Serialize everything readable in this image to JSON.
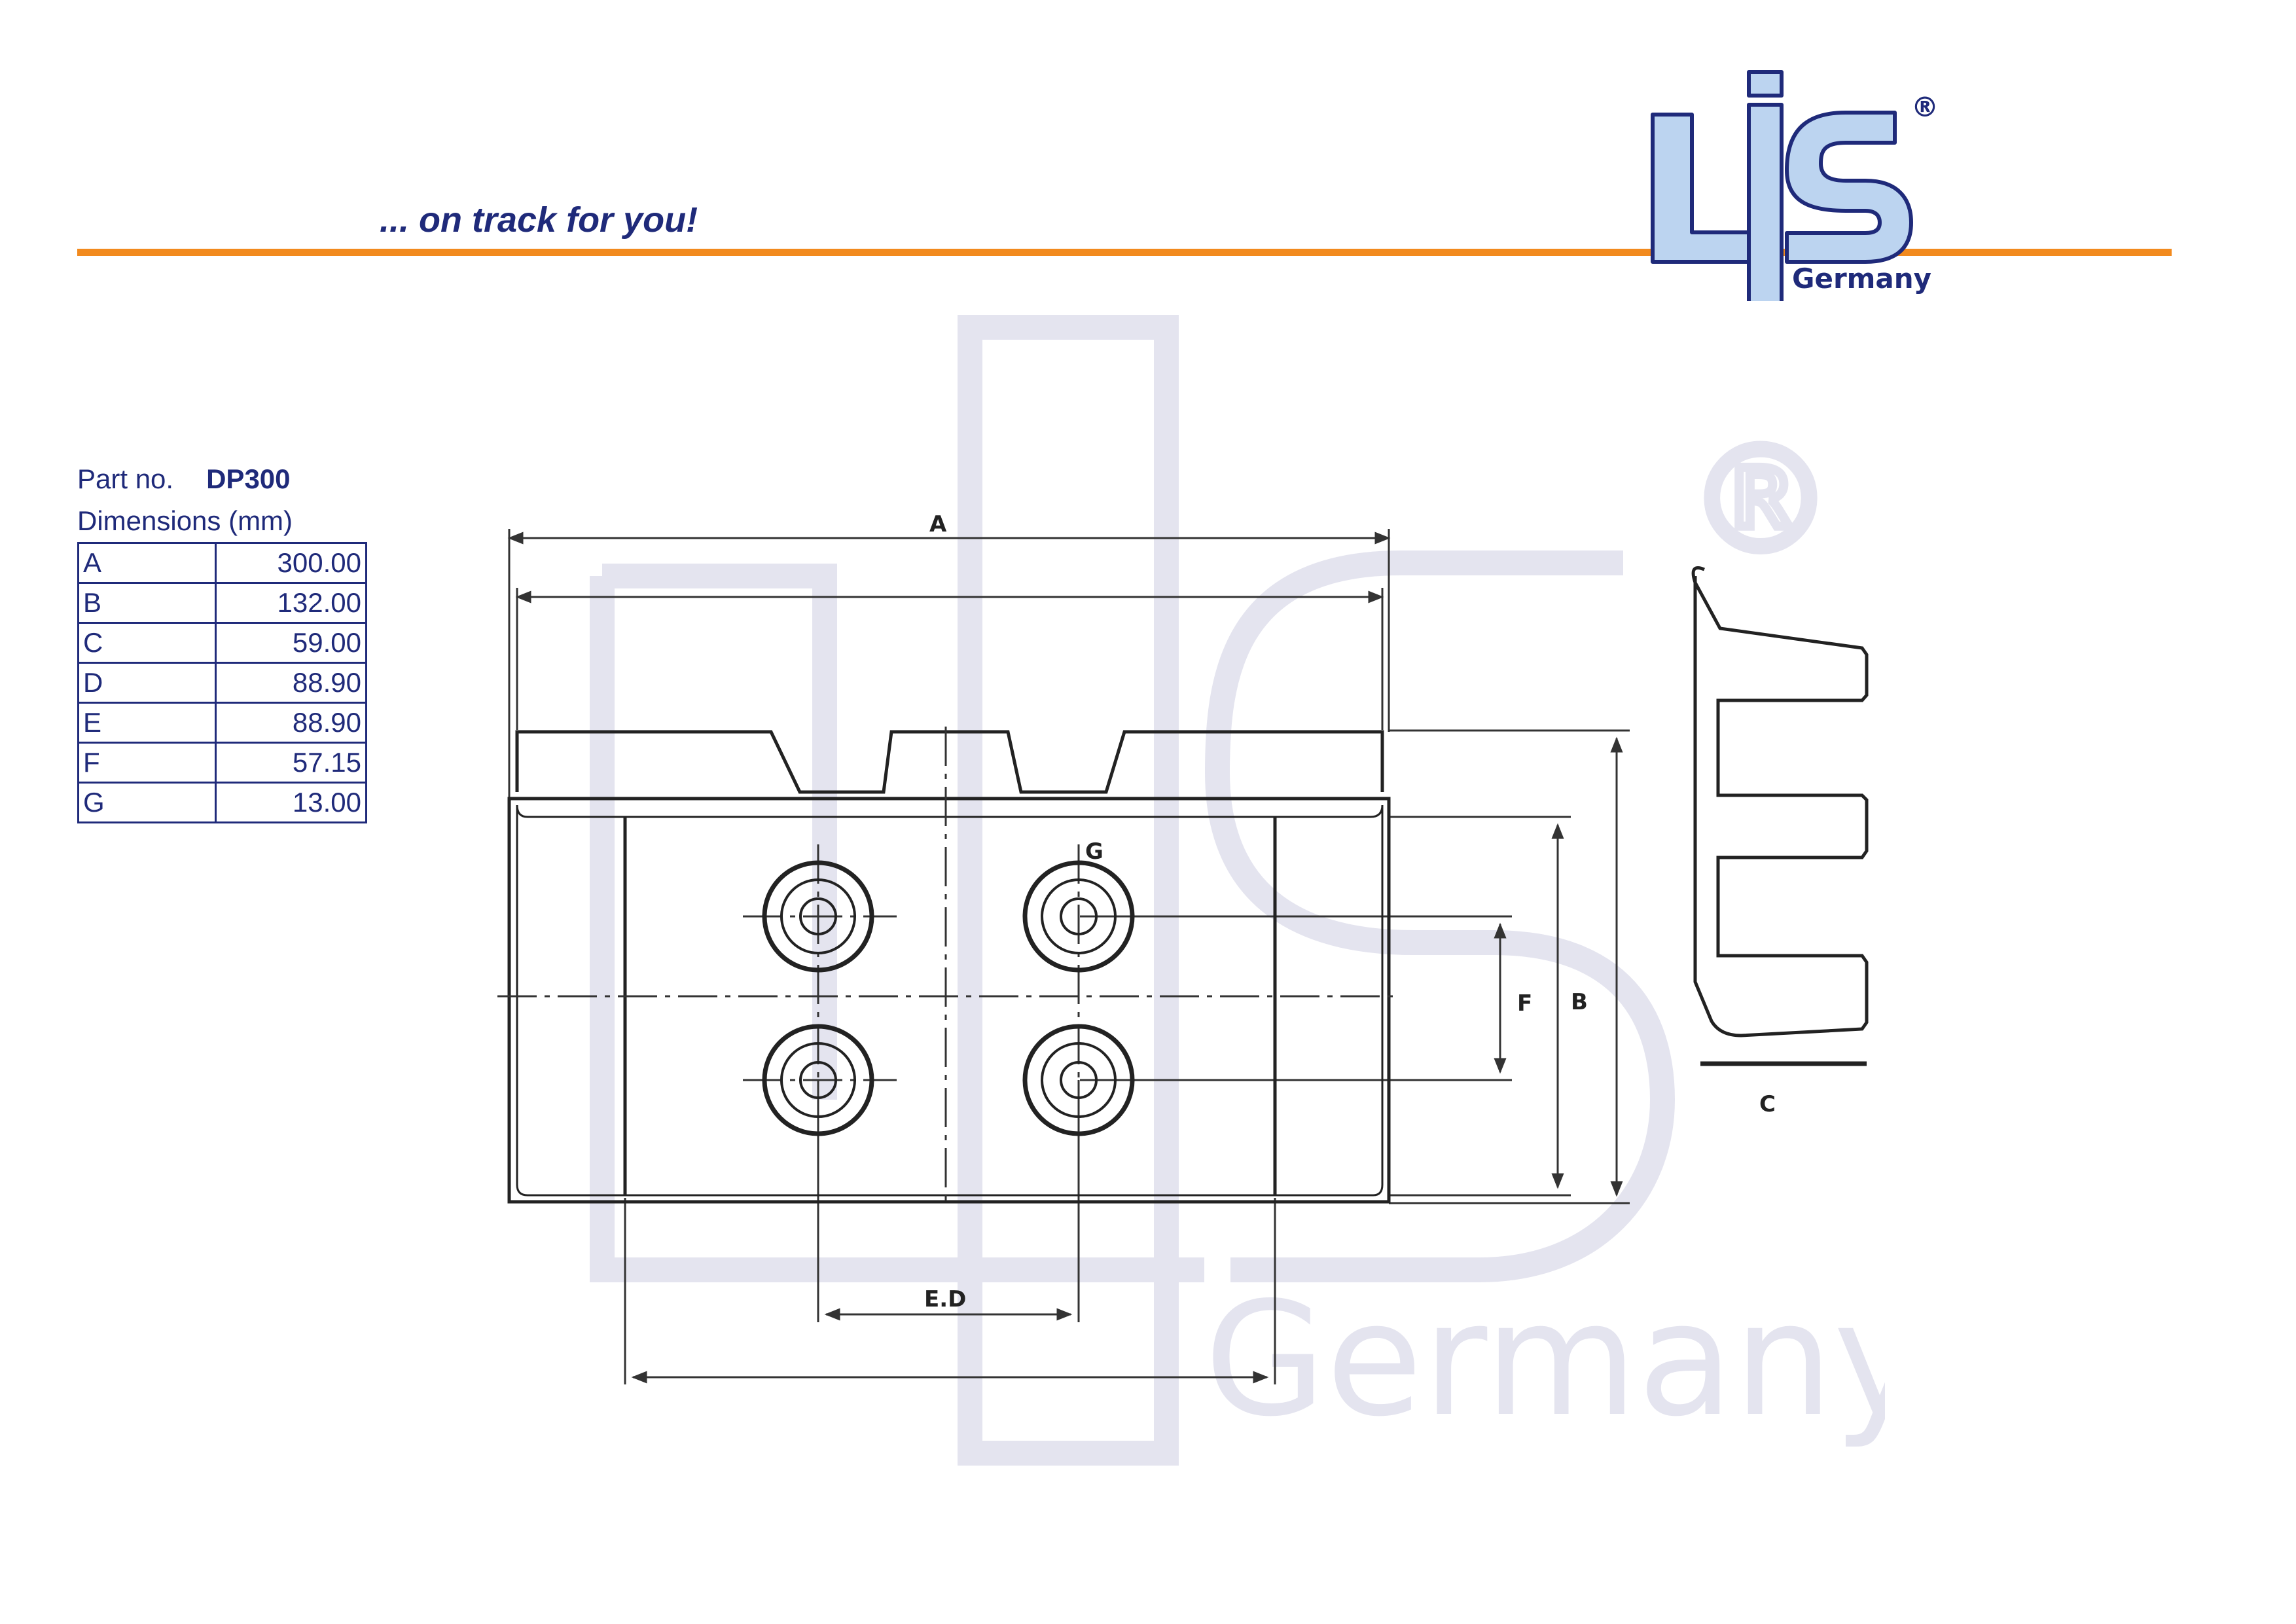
{
  "header": {
    "tagline": "... on track for you!",
    "logo": {
      "text": "Germany",
      "mark": "®",
      "colors": {
        "fill": "#bcd4f0",
        "stroke": "#1f2a7a"
      }
    },
    "rule_color": "#f28a1e"
  },
  "watermark": {
    "text": "Germany",
    "mark": "®"
  },
  "spec": {
    "part_label": "Part no.",
    "part_number": "DP300",
    "dimensions_title": "Dimensions (mm)",
    "rows": [
      {
        "key": "A",
        "value": "300.00"
      },
      {
        "key": "B",
        "value": "132.00"
      },
      {
        "key": "C",
        "value": "59.00"
      },
      {
        "key": "D",
        "value": "88.90"
      },
      {
        "key": "E",
        "value": "88.90"
      },
      {
        "key": "F",
        "value": "57.15"
      },
      {
        "key": "G",
        "value": "13.00"
      }
    ]
  },
  "drawing": {
    "labels": {
      "a": "A",
      "b": "B",
      "c": "C",
      "f": "F",
      "g": "G",
      "ed": "E.D"
    }
  }
}
